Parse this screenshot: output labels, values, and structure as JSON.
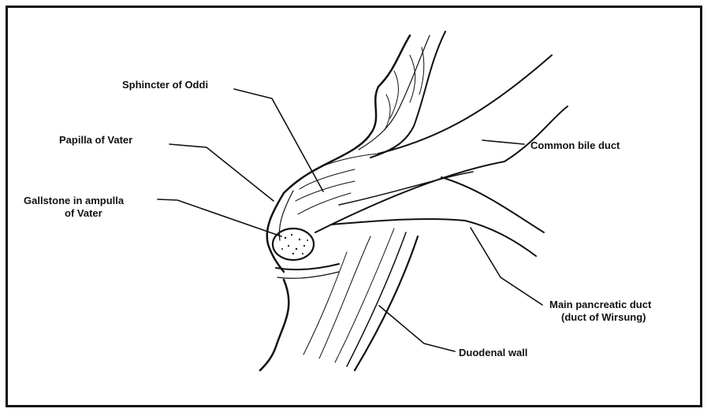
{
  "labels": {
    "sphincter": "Sphincter of Oddi",
    "papilla": "Papilla of Vater",
    "gallstone_line1": "Gallstone in ampulla",
    "gallstone_line2": "of Vater",
    "common_bile_duct": "Common bile duct",
    "pancreatic_line1": "Main pancreatic duct",
    "pancreatic_line2": "(duct of Wirsung)",
    "duodenal_wall": "Duodenal wall"
  },
  "colors": {
    "ink": "#111111",
    "paper": "#ffffff"
  }
}
